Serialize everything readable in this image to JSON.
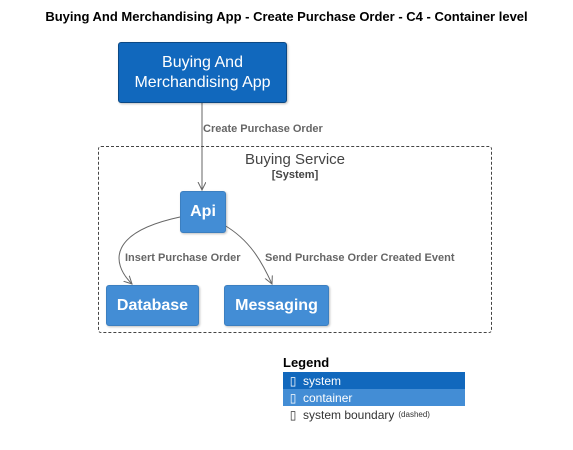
{
  "title": "Buying And Merchandising App - Create Purchase Order - C4 - Container level",
  "nodes": {
    "app": {
      "line1": "Buying And",
      "line2": "Merchandising App"
    },
    "api": "Api",
    "database": "Database",
    "messaging": "Messaging"
  },
  "boundary": {
    "name": "Buying Service",
    "type": "[System]"
  },
  "relations": {
    "app_to_api": "Create Purchase Order",
    "api_to_db": "Insert Purchase Order",
    "api_to_messaging": "Send Purchase Order Created Event"
  },
  "legend": {
    "title": "Legend",
    "items": [
      {
        "label": "system",
        "icon": "system-icon"
      },
      {
        "label": "container",
        "icon": "container-icon"
      },
      {
        "label": "system boundary",
        "note": "(dashed)",
        "icon": "boundary-icon"
      }
    ]
  },
  "colors": {
    "system": "#1168bd",
    "container": "#438dd5",
    "boundary": "#444444",
    "arrow": "#666666"
  }
}
